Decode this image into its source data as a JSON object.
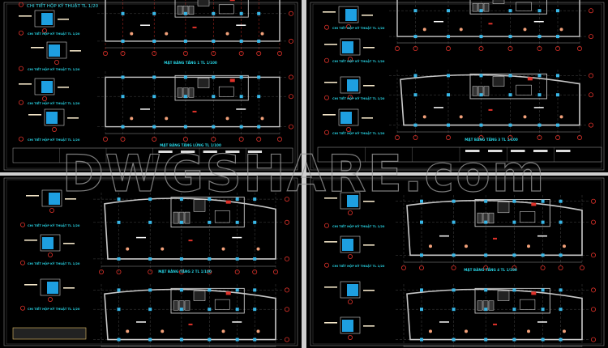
{
  "watermark": "DWGSHARE.com",
  "colors": {
    "background": "#000000",
    "wall": "#c8c8c8",
    "column": "#39b8e8",
    "gridline_bubble": "#e0322a",
    "title_text": "#27d0e0",
    "shaft_fill": "#1e9fe0",
    "sheet_gap": "#cfcfcf"
  },
  "sheets": [
    {
      "plan_titles": [
        "MẶT BẰNG TẦNG 1 TL 1/100",
        "MẶT BẰNG TẦNG LỬNG TL 1/100"
      ],
      "detail_labels": [
        "CHI TIẾT HỘP KỸ THUẬT TL 1/20",
        "CHI TIẾT HỘP KỸ THUẬT TL 1/20",
        "CHI TIẾT HỘP KỸ THUẬT TL 1/20",
        "CHI TIẾT HỘP KỸ THUẬT TL 1/20",
        "CHI TIẾT HỘP KỸ THUẬT TL 1/20"
      ]
    },
    {
      "plan_titles": [
        "MẶT BẰNG TẦNG 3 TL 1/100"
      ],
      "detail_labels": [
        "CHI TIẾT HỘP KỸ THUẬT TL 1/20",
        "CHI TIẾT HỘP KỸ THUẬT TL 1/20",
        "CHI TIẾT HỘP KỸ THUẬT TL 1/20",
        "CHI TIẾT HỘP KỸ THUẬT TL 1/20"
      ]
    },
    {
      "plan_titles": [
        "MẶT BẰNG TẦNG 2 TL 1/100"
      ],
      "detail_labels": [
        "CHI TIẾT HỘP KỸ THUẬT TL 1/20",
        "CHI TIẾT HỘP KỸ THUẬT TL 1/20",
        "CHI TIẾT HỘP KỸ THUẬT TL 1/20"
      ]
    },
    {
      "plan_titles": [
        "MẶT BẰNG TẦNG 4 TL 1/100"
      ],
      "detail_labels": [
        "CHI TIẾT HỘP KỸ THUẬT TL 1/20",
        "CHI TIẾT HỘP KỸ THUẬT TL 1/20"
      ]
    }
  ]
}
